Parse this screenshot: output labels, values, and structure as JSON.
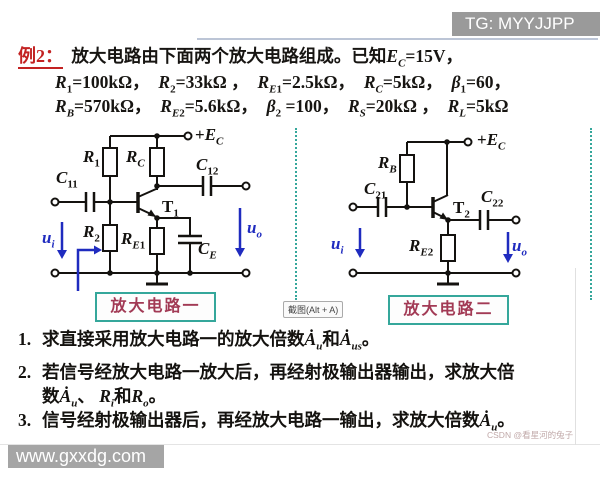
{
  "topbar": {
    "label": "TG: MYYJJPP"
  },
  "header": {
    "tag": "例2：",
    "intro_html": "放大电路由下面两个放大电路组成。已知<i>E</i><sub><i>C</i></sub><b>=15V</b>，",
    "param_line1_html": "<i>R</i><sub>1</sub>=100kΩ，&nbsp;&nbsp;<i>R</i><sub>2</sub>=33kΩ ，&nbsp;&nbsp;<i>R</i><sub><i>E</i>1</sub>=2.5kΩ，&nbsp;&nbsp;<i>R</i><sub><i>C</i></sub>=5kΩ，&nbsp;&nbsp;<i>β</i><sub>1</sub>=60，",
    "param_line2_html": "<i>R</i><sub><i>B</i></sub>=570kΩ，&nbsp;&nbsp;<i>R</i><sub><i>E</i>2</sub>=5.6kΩ，&nbsp;&nbsp;<i>β</i><sub>2</sub> =100，&nbsp;&nbsp;<i>R</i><sub><i>S</i></sub>=20kΩ ，&nbsp;&nbsp;<i>R</i><sub><i>L</i></sub>=5kΩ"
  },
  "circuit1": {
    "caption": "放大电路一",
    "labels": {
      "ec": "+<i>E</i><sub><i>C</i></sub>",
      "r1": "<i>R</i><sub>1</sub>",
      "rc": "<i>R</i><sub><i>C</i></sub>",
      "c11": "<i>C</i><sub>11</sub>",
      "c12": "<i>C</i><sub>12</sub>",
      "r2": "<i>R</i><sub>2</sub>",
      "re1": "<i>R</i><sub><i>E</i>1</sub>",
      "t1": "T<sub>1</sub>",
      "ce": "<i>C</i><sub><i>E</i></sub>",
      "ui": "<i>u</i><sub><i>i</i></sub>",
      "uo": "<i>u</i><sub><i>o</i></sub>"
    }
  },
  "circuit2": {
    "caption": "放大电路二",
    "labels": {
      "ec": "+<i>E</i><sub><i>C</i></sub>",
      "rb": "<i>R</i><sub><i>B</i></sub>",
      "c21": "<i>C</i><sub>21</sub>",
      "c22": "<i>C</i><sub>22</sub>",
      "t2": "T<sub>2</sub>",
      "re2": "<i>R</i><sub><i>E</i>2</sub>",
      "ui": "<i>u</i><sub><i>i</i></sub>",
      "uo": "<i>u</i><sub><i>o</i></sub>"
    }
  },
  "screenshot_tooltip": "截图(Alt + A)",
  "questions": [
    {
      "num": "1.",
      "html": "求直接采用放大电路一的放大倍数<i>Ȧ</i><sub><i>u</i></sub>和<i>Ȧ</i><sub><i>us</i></sub>。"
    },
    {
      "num": "2.",
      "html": "若信号经放大电路一放大后，再经射极输出器输出，求放大倍<br>数<i>Ȧ</i><sub><i>u</i></sub>、 <i>R</i><sub><i>i</i></sub>和<i>R</i><sub><i>o</i></sub>。"
    },
    {
      "num": "3.",
      "html": "信号经射极输出器后，再经放大电路一输出，求放大倍数<i>Ȧ</i><sub><i>u</i></sub>。"
    }
  ],
  "watermarks": {
    "bottom_left": "www.gxxdg.com",
    "bottom_right": "CSDN @看星河的兔子"
  },
  "colors": {
    "accent_red": "#c32222",
    "caption_text": "#a23a55",
    "caption_border": "#35a79b",
    "signal_blue": "#1f2bbf",
    "topbar_gray": "#9a9a9a",
    "watermark_gray": "#a5a5a5"
  }
}
